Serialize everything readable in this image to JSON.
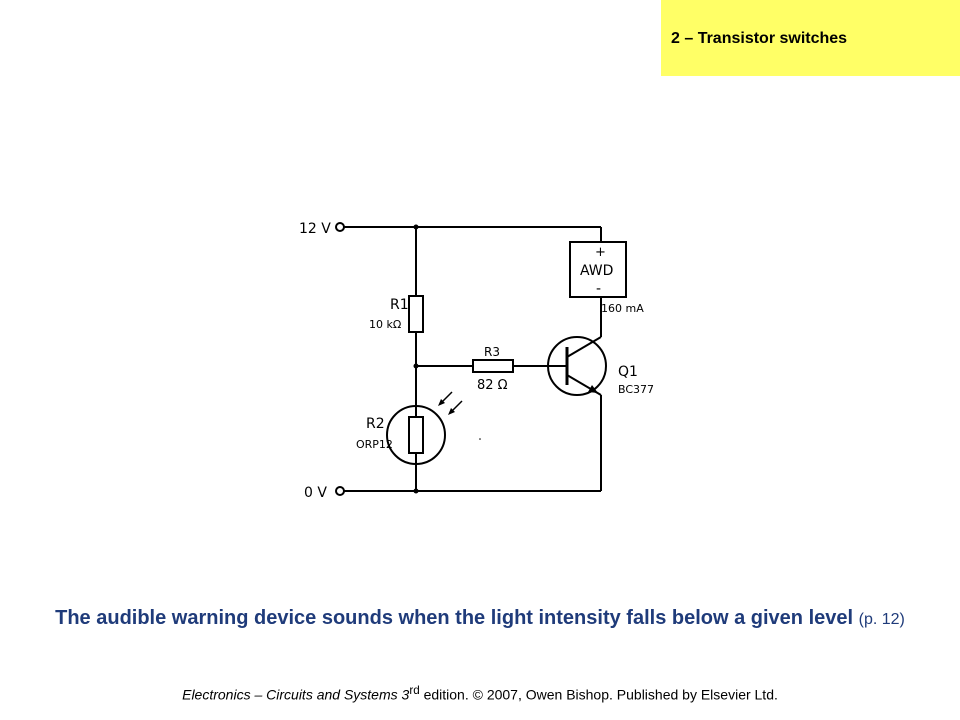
{
  "header": {
    "title": "2 – Transistor switches"
  },
  "diagram": {
    "supply_label": "12 V",
    "ground_label": "0 V",
    "r1": {
      "name": "R1",
      "value": "10 kΩ"
    },
    "r2": {
      "name": "R2",
      "value": "ORP12"
    },
    "r3": {
      "name": "R3",
      "value": "82 Ω"
    },
    "q1": {
      "name": "Q1",
      "part": "BC377"
    },
    "awd": {
      "label": "AWD",
      "plus": "+",
      "minus": "-",
      "current": "160 mA"
    }
  },
  "caption": {
    "main": "The audible warning device sounds when the light intensity falls below a given level",
    "ref": "(p. 12)"
  },
  "footer": {
    "book_title": "Electronics – Circuits and Systems 3",
    "edition_sup": "rd",
    "rest": " edition. © 2007, Owen Bishop. Published by Elsevier Ltd."
  }
}
